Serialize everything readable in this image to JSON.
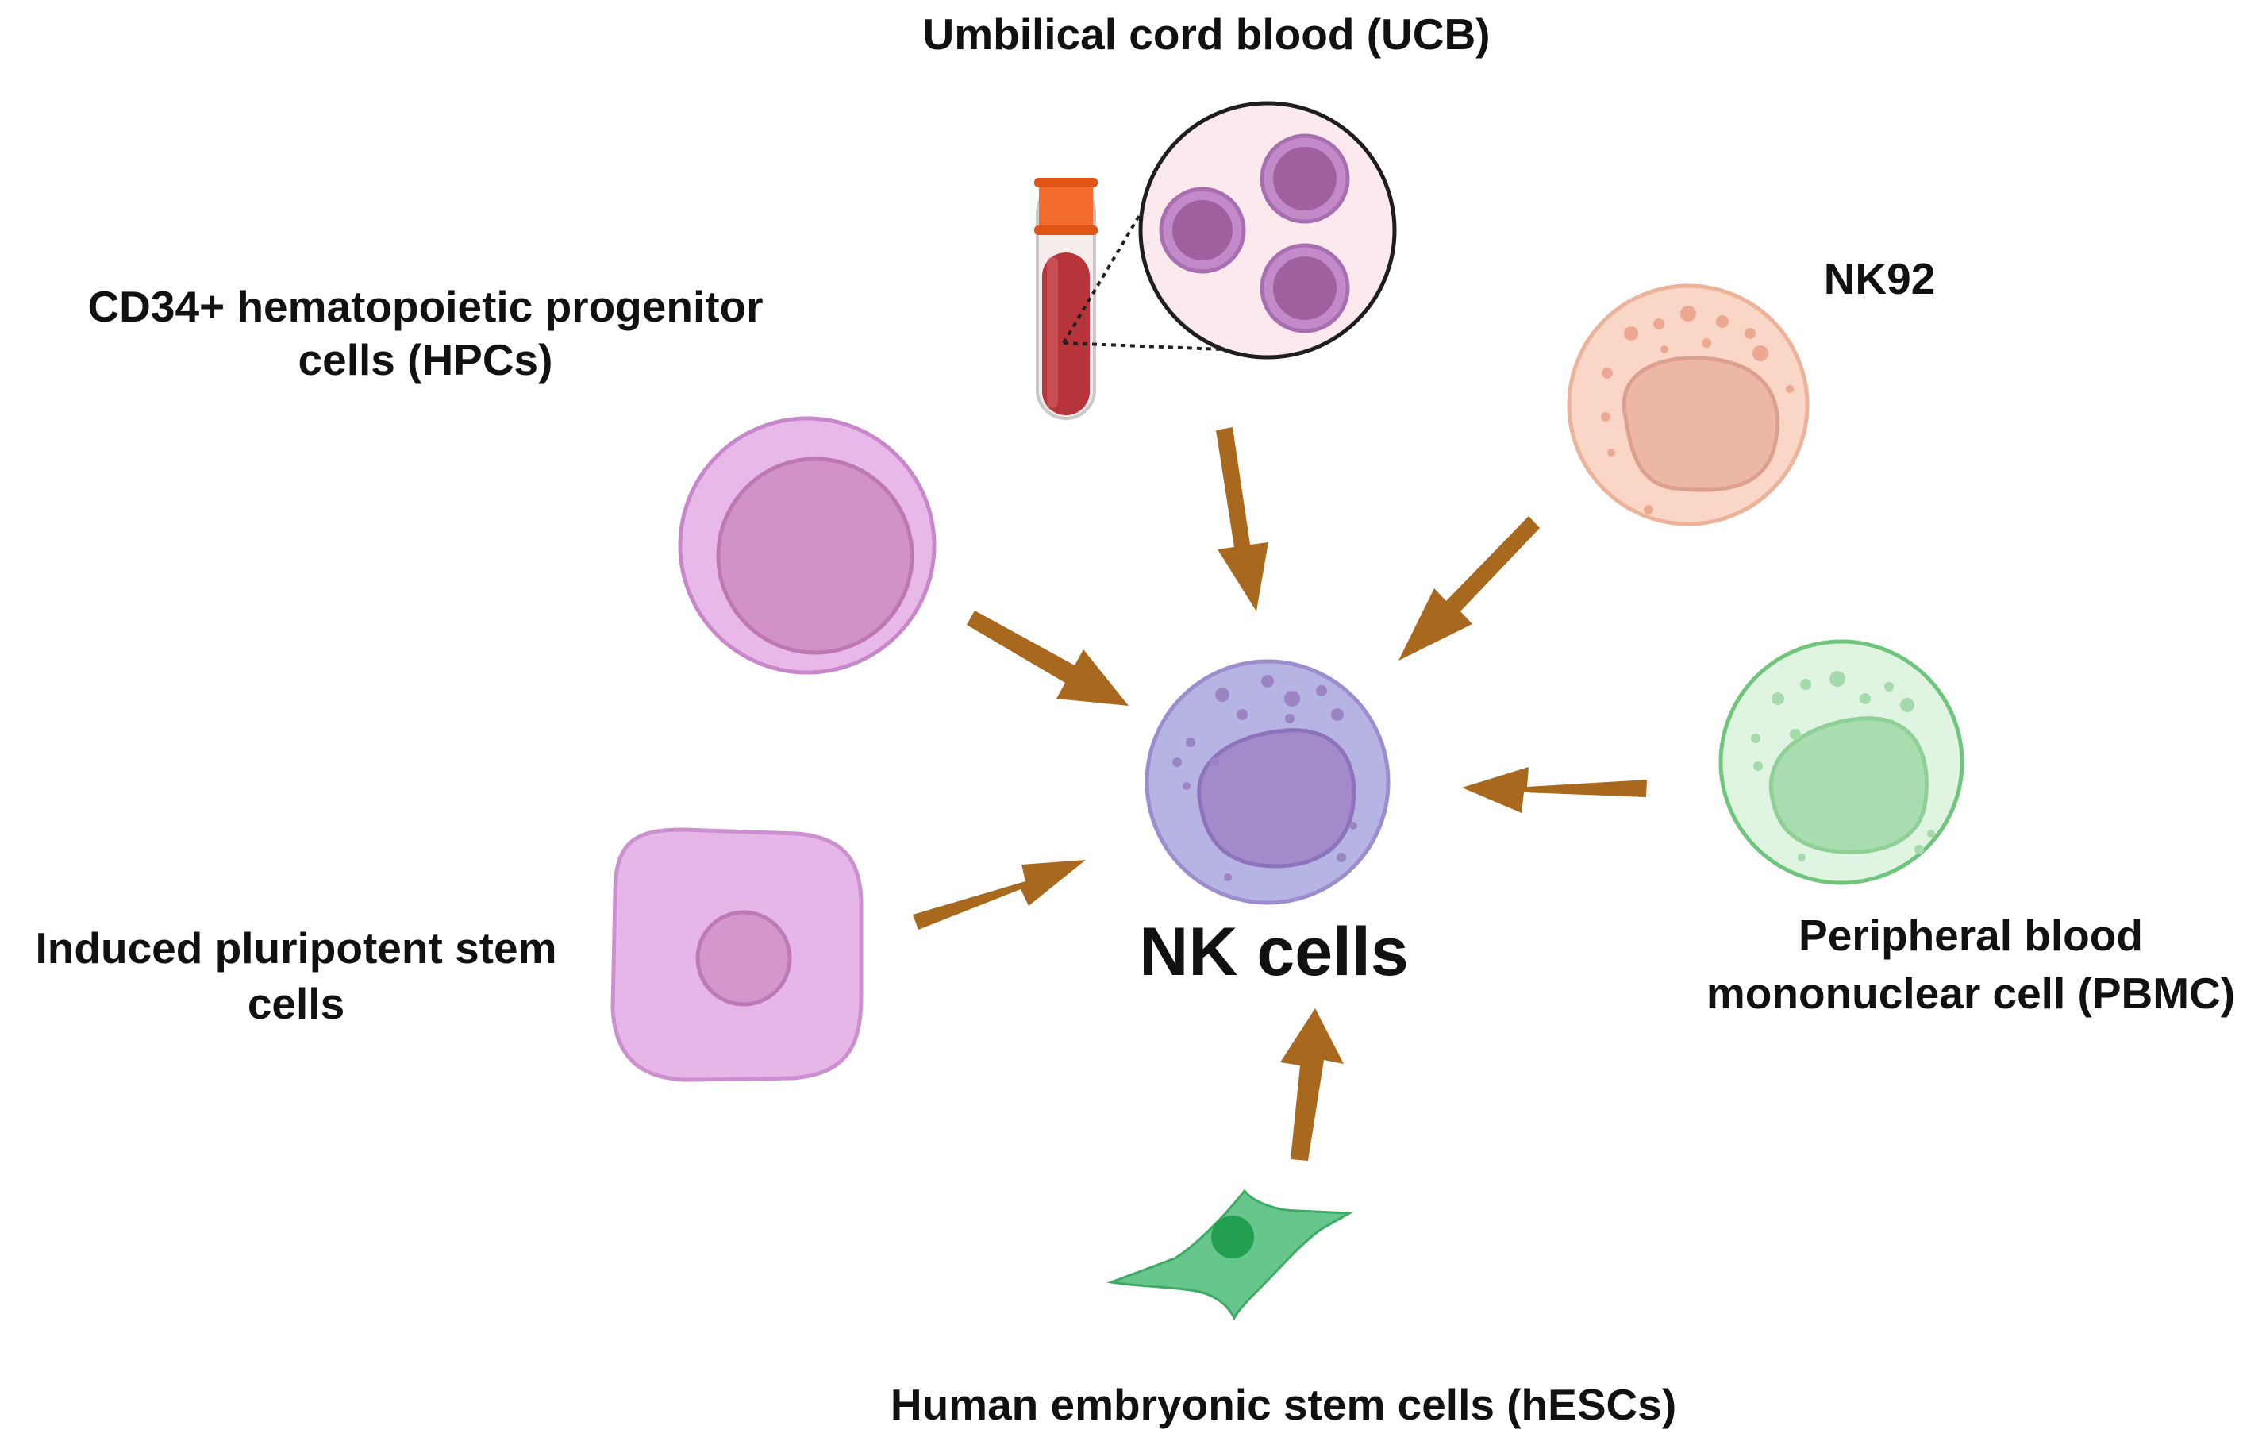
{
  "center": {
    "label": "NK cells"
  },
  "sources": {
    "ucb": {
      "label": "Umbilical cord blood (UCB)"
    },
    "hpc": {
      "label_line1": "CD34+ hematopoietic progenitor",
      "label_line2": "cells (HPCs)"
    },
    "nk92": {
      "label": "NK92"
    },
    "ipsc": {
      "label_line1": "Induced pluripotent stem",
      "label_line2": "cells"
    },
    "pbmc": {
      "label_line1": "Peripheral blood",
      "label_line2": "mononuclear cell (PBMC)"
    },
    "hesc": {
      "label": "Human embryonic stem cells  (hESCs)"
    }
  },
  "colors": {
    "arrow": "#A8691E",
    "nk_cell": "#B6B4E2",
    "hpc_cell": "#E7B8E8",
    "ipsc_cell": "#E5B6E7",
    "nk92_cell": "#F9D6C6",
    "pbmc_cell": "#E0F4E2",
    "hesc_cell": "#66C68B",
    "blood": "#B7343A",
    "tube_cap": "#F26A2C"
  }
}
